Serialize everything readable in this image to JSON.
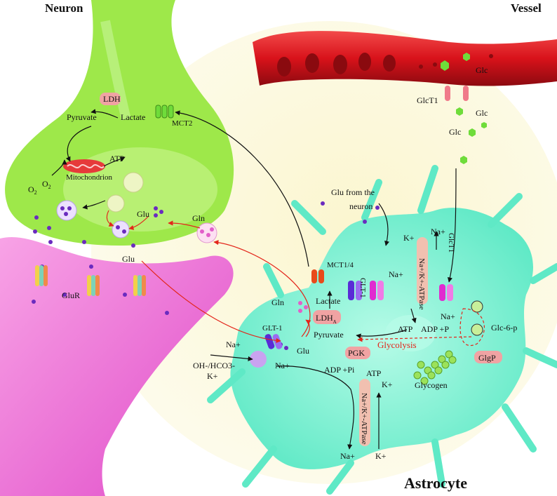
{
  "titles": {
    "neuron": "Neuron",
    "vessel": "Vessel",
    "astrocyte": "Astrocyte"
  },
  "neuron": {
    "ldh": "LDH",
    "pyruvate": "Pyruvate",
    "lactate": "Lactate",
    "mct2": "MCT2",
    "mitochondrion": "Mitochondrion",
    "atp": "ATP",
    "o2a": "O",
    "o2b": "O",
    "o2sub": "2",
    "glu": "Glu",
    "gln": "Gln"
  },
  "synapse": {
    "glu": "Glu",
    "glur": "GluR"
  },
  "vessel": {
    "glc": "Glc",
    "glct1": "GlcT1"
  },
  "extracellular": {
    "glc1": "Glc",
    "glc2": "Glc"
  },
  "astrocyte": {
    "glu_from_neuron": [
      "Glu from the",
      "neuron"
    ],
    "mct14": "MCT1/4",
    "glt1_right": "GLT-1",
    "na_top": "Na+",
    "lactate": "Lactate",
    "ldh": "LDH",
    "ldh_sub": "A",
    "gln": "Gln",
    "glt1_left": "GLT-1",
    "na_left": "Na+",
    "oh_hco3": "OH-/HCO3-",
    "k_left": "K+",
    "na_mid": "Na+",
    "glu": "Glu",
    "pyruvate": "Pyruvate",
    "pgk": "PGK",
    "glycolysis": "Glycolysis",
    "adp_pi": "ADP +Pi",
    "atp_low": "ATP",
    "atp_mid": "ATP",
    "adp_p": "ADP +P",
    "nak_atpase": "Na+/K+-ATPase",
    "k_top": "K+",
    "na_top2": "Na+",
    "glct1": "GlcT1",
    "na_right": "Na+",
    "glc6p": "Glc-6-p",
    "glgp": "GlgP",
    "glycogen": "Glycogen",
    "k_bottom1": "K+",
    "na_bottom": "Na+",
    "k_bottom2": "K+"
  },
  "colors": {
    "neuron_green": "#9ee84a",
    "dendrite_pink": "#f07ad8",
    "astrocyte_cyan": "#6ff0cf",
    "vessel_red": "#d8121a",
    "arrow_red": "#e3261b",
    "vesicle_purple": "#6a2bbf"
  }
}
